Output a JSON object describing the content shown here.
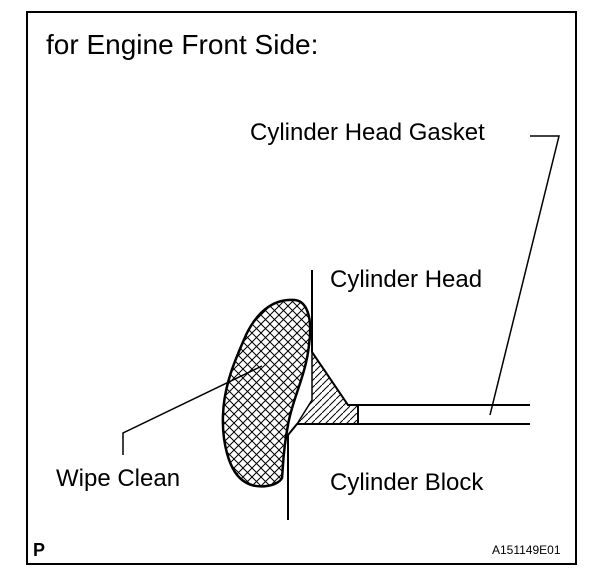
{
  "title": "for Engine Front Side:",
  "labels": {
    "cylinder_head_gasket": "Cylinder Head Gasket",
    "cylinder_head": "Cylinder Head",
    "wipe_clean": "Wipe Clean",
    "cylinder_block": "Cylinder Block"
  },
  "footer": {
    "corner_mark": "P",
    "figure_code": "A151149E01"
  },
  "colors": {
    "line": "#000000",
    "background": "#ffffff"
  }
}
